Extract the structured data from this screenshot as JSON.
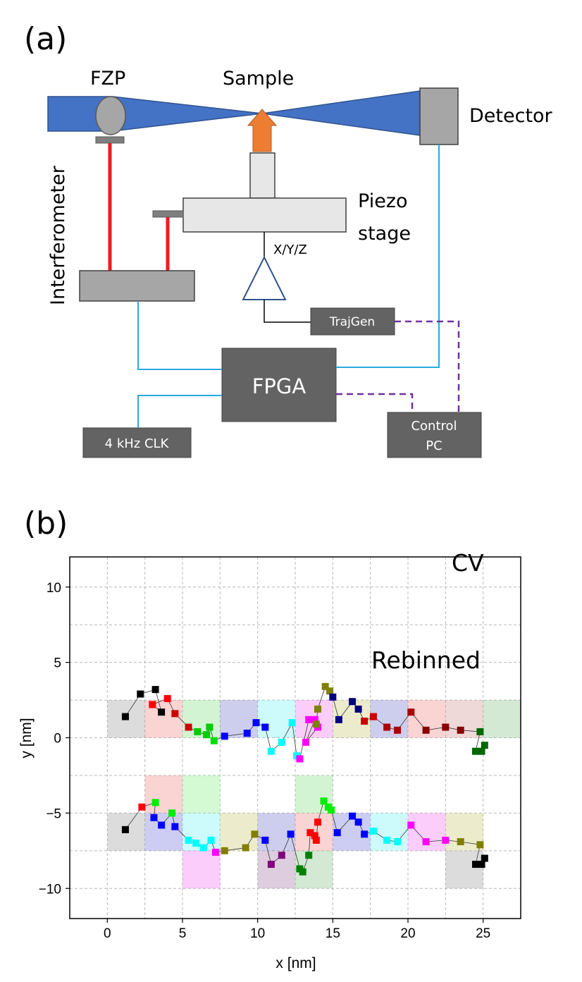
{
  "panel_a": {
    "label": "(a)",
    "fzp": "FZP",
    "sample": "Sample",
    "detector": "Detector",
    "interferometer": "Interferometer",
    "piezo_line1": "Piezo",
    "piezo_line2": "stage",
    "xyz": "X/Y/Z",
    "trajgen": "TrajGen",
    "fpga": "FPGA",
    "clk": "4 kHz CLK",
    "control_line1": "Control",
    "control_line2": "PC",
    "colors": {
      "beam": "#4472c4",
      "grey_part": "#a6a6a6",
      "light_part": "#e7e7e7",
      "dark_box": "#636363",
      "laser": "#ee1c1c",
      "arrow": "#ed7d31",
      "cable": "#2aa8e0",
      "dashed": "#7030a0"
    }
  },
  "panel_b": {
    "label": "(b)",
    "cv_label": "CV",
    "rebinned_label": "Rebinned"
  },
  "chart_data": {
    "type": "scatter",
    "xlabel": "x [nm]",
    "ylabel": "y [nm]",
    "xlim": [
      -2.5,
      27.5
    ],
    "ylim": [
      -12,
      12
    ],
    "xticks": [
      0,
      5,
      10,
      15,
      20,
      25
    ],
    "yticks": [
      10,
      5,
      0,
      -5,
      -10
    ],
    "xtick_labels": [
      "0",
      "5",
      "10",
      "15",
      "20",
      "25"
    ],
    "ytick_labels": [
      "10",
      "5",
      "0",
      "−5",
      "−10"
    ],
    "grid": true,
    "grid_step": 2.5,
    "bins": [
      {
        "x0": 0,
        "y0": 0,
        "color": "#9a9a9a"
      },
      {
        "x0": 2.5,
        "y0": 0,
        "color": "#f08080"
      },
      {
        "x0": 5,
        "y0": 0,
        "color": "#80e080"
      },
      {
        "x0": 7.5,
        "y0": 0,
        "color": "#7070cc"
      },
      {
        "x0": 10,
        "y0": 0,
        "color": "#70f0f0"
      },
      {
        "x0": 12.5,
        "y0": 0,
        "color": "#f070f0"
      },
      {
        "x0": 15,
        "y0": 0,
        "color": "#c8c870"
      },
      {
        "x0": 17.5,
        "y0": 0,
        "color": "#7070cc"
      },
      {
        "x0": 20,
        "y0": 0,
        "color": "#f08080"
      },
      {
        "x0": 22.5,
        "y0": 0,
        "color": "#d09090"
      },
      {
        "x0": 25,
        "y0": 0,
        "color": "#80c080"
      },
      {
        "x0": 0,
        "y0": -7.5,
        "color": "#9a9a9a"
      },
      {
        "x0": 2.5,
        "y0": -5,
        "color": "#f08080"
      },
      {
        "x0": 5,
        "y0": -5,
        "color": "#80f080"
      },
      {
        "x0": 2.5,
        "y0": -7.5,
        "color": "#7070dd"
      },
      {
        "x0": 5,
        "y0": -7.5,
        "color": "#70f0f0"
      },
      {
        "x0": 5,
        "y0": -10,
        "color": "#f070f0"
      },
      {
        "x0": 7.5,
        "y0": -7.5,
        "color": "#c8c870"
      },
      {
        "x0": 10,
        "y0": -7.5,
        "color": "#7070cc"
      },
      {
        "x0": 10,
        "y0": -10,
        "color": "#a070a0"
      },
      {
        "x0": 12.5,
        "y0": -7.5,
        "color": "#f08080"
      },
      {
        "x0": 12.5,
        "y0": -5,
        "color": "#80e080"
      },
      {
        "x0": 12.5,
        "y0": -10,
        "color": "#80c080"
      },
      {
        "x0": 15,
        "y0": -7.5,
        "color": "#7070dd"
      },
      {
        "x0": 17.5,
        "y0": -7.5,
        "color": "#70f0f0"
      },
      {
        "x0": 20,
        "y0": -7.5,
        "color": "#f070f0"
      },
      {
        "x0": 22.5,
        "y0": -7.5,
        "color": "#c8c870"
      },
      {
        "x0": 22.5,
        "y0": -10,
        "color": "#9a9a9a"
      }
    ],
    "series": [
      {
        "name": "CV",
        "points": [
          [
            1.2,
            1.4,
            "#000000"
          ],
          [
            2.2,
            2.9,
            "#000000"
          ],
          [
            3.2,
            3.2,
            "#000000"
          ],
          [
            3.6,
            1.7,
            "#000000"
          ],
          [
            3.0,
            2.2,
            "#ff0000"
          ],
          [
            4.0,
            2.6,
            "#ff0000"
          ],
          [
            4.5,
            1.6,
            "#cc0000"
          ],
          [
            5.4,
            0.7,
            "#cc0000"
          ],
          [
            6.0,
            0.4,
            "#00cc00"
          ],
          [
            6.6,
            0.2,
            "#00cc00"
          ],
          [
            6.8,
            0.7,
            "#00cc00"
          ],
          [
            7.1,
            -0.2,
            "#00dd00"
          ],
          [
            7.8,
            0.1,
            "#0000ff"
          ],
          [
            9.3,
            0.3,
            "#0000ff"
          ],
          [
            9.9,
            1.0,
            "#0000ff"
          ],
          [
            10.5,
            0.7,
            "#0000ff"
          ],
          [
            10.9,
            -0.9,
            "#00ffff"
          ],
          [
            11.6,
            -0.3,
            "#00ffff"
          ],
          [
            12.3,
            1.0,
            "#00ffff"
          ],
          [
            12.6,
            -1.2,
            "#00ffff"
          ],
          [
            12.8,
            -1.4,
            "#ff00ff"
          ],
          [
            13.4,
            1.2,
            "#ff00ff"
          ],
          [
            13.8,
            1.2,
            "#ff00ff"
          ],
          [
            13.2,
            -0.3,
            "#ff00ff"
          ],
          [
            14.0,
            0.7,
            "#ff00ff"
          ],
          [
            13.9,
            0.9,
            "#808000"
          ],
          [
            14.0,
            1.9,
            "#808000"
          ],
          [
            14.5,
            3.4,
            "#808000"
          ],
          [
            14.8,
            3.1,
            "#808000"
          ],
          [
            15.0,
            2.7,
            "#000080"
          ],
          [
            15.4,
            1.2,
            "#000080"
          ],
          [
            16.3,
            2.4,
            "#000080"
          ],
          [
            16.7,
            1.9,
            "#000080"
          ],
          [
            17.1,
            1.1,
            "#cc0000"
          ],
          [
            17.7,
            1.4,
            "#cc0000"
          ],
          [
            18.6,
            0.7,
            "#aa0000"
          ],
          [
            19.3,
            0.5,
            "#aa0000"
          ],
          [
            20.2,
            1.7,
            "#aa0000"
          ],
          [
            21.2,
            0.5,
            "#880000"
          ],
          [
            22.5,
            0.7,
            "#880000"
          ],
          [
            23.5,
            0.5,
            "#880000"
          ],
          [
            24.8,
            0.4,
            "#006600"
          ],
          [
            24.5,
            -0.9,
            "#006600"
          ],
          [
            24.9,
            -0.9,
            "#006600"
          ],
          [
            25.1,
            -0.5,
            "#006600"
          ]
        ]
      },
      {
        "name": "Rebinned",
        "points": [
          [
            1.2,
            -6.1,
            "#000000"
          ],
          [
            2.3,
            -4.6,
            "#ff0000"
          ],
          [
            3.2,
            -4.3,
            "#00ee00"
          ],
          [
            3.1,
            -5.3,
            "#0000ff"
          ],
          [
            3.6,
            -5.8,
            "#0000ff"
          ],
          [
            4.3,
            -5.0,
            "#00ee00"
          ],
          [
            4.5,
            -5.9,
            "#0000ff"
          ],
          [
            5.4,
            -6.8,
            "#00ffff"
          ],
          [
            5.9,
            -7.0,
            "#00ffff"
          ],
          [
            6.4,
            -7.3,
            "#00ffff"
          ],
          [
            6.9,
            -6.8,
            "#00ffff"
          ],
          [
            7.2,
            -7.6,
            "#ff00ff"
          ],
          [
            7.8,
            -7.5,
            "#808000"
          ],
          [
            9.2,
            -7.3,
            "#808000"
          ],
          [
            9.8,
            -6.4,
            "#808000"
          ],
          [
            10.5,
            -6.8,
            "#0000ff"
          ],
          [
            10.9,
            -8.4,
            "#800080"
          ],
          [
            11.6,
            -7.8,
            "#800080"
          ],
          [
            12.2,
            -6.4,
            "#0000ff"
          ],
          [
            12.8,
            -8.7,
            "#008000"
          ],
          [
            13.0,
            -8.9,
            "#008000"
          ],
          [
            13.4,
            -7.8,
            "#008000"
          ],
          [
            13.5,
            -6.3,
            "#ff0000"
          ],
          [
            13.8,
            -6.5,
            "#ff0000"
          ],
          [
            13.9,
            -6.8,
            "#ff0000"
          ],
          [
            14.0,
            -5.6,
            "#ff0000"
          ],
          [
            14.4,
            -4.2,
            "#00ee00"
          ],
          [
            14.7,
            -4.6,
            "#00ee00"
          ],
          [
            14.9,
            -4.8,
            "#00ee00"
          ],
          [
            15.3,
            -6.3,
            "#0000ff"
          ],
          [
            16.3,
            -5.2,
            "#0000ff"
          ],
          [
            16.7,
            -5.6,
            "#0000ff"
          ],
          [
            17.1,
            -6.4,
            "#0000ff"
          ],
          [
            17.7,
            -6.2,
            "#00ffff"
          ],
          [
            18.6,
            -6.8,
            "#00ffff"
          ],
          [
            19.3,
            -6.9,
            "#00ffff"
          ],
          [
            20.2,
            -5.8,
            "#ff00ff"
          ],
          [
            21.2,
            -6.9,
            "#ff00ff"
          ],
          [
            22.5,
            -6.8,
            "#ff00ff"
          ],
          [
            23.5,
            -6.9,
            "#808000"
          ],
          [
            24.8,
            -7.1,
            "#808000"
          ],
          [
            24.5,
            -8.4,
            "#000000"
          ],
          [
            24.9,
            -8.4,
            "#000000"
          ],
          [
            25.1,
            -8.0,
            "#000000"
          ]
        ]
      }
    ]
  }
}
